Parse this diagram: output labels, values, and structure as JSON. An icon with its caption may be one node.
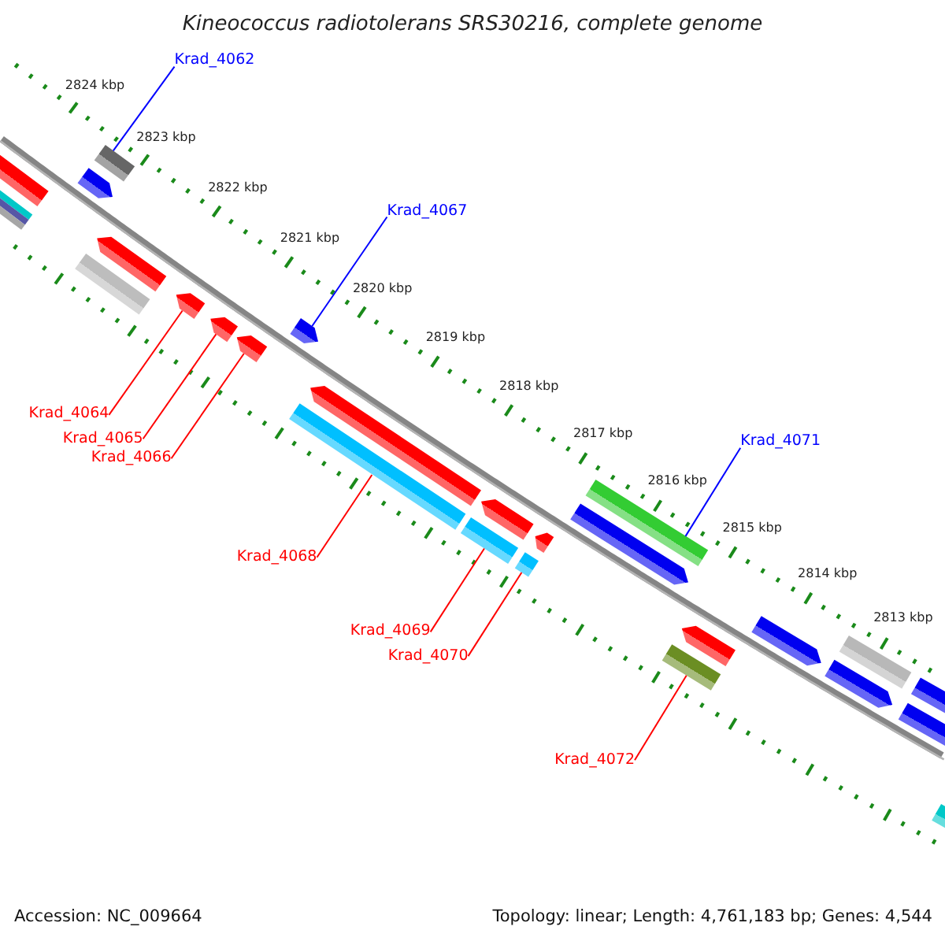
{
  "diagram": {
    "title": "Kineococcus radiotolerans SRS30216, complete genome",
    "nodes": [
      {
        "text": [
          "Krad_4062"
        ]
      },
      {
        "text": [
          "Krad_4067"
        ]
      },
      {
        "text": [
          "Krad_4064"
        ]
      },
      {
        "text": [
          "Krad_4071"
        ]
      },
      {
        "text": [
          "Krad_4065"
        ]
      },
      {
        "text": [
          "Krad_4066"
        ]
      },
      {
        "text": [
          "Krad_4068"
        ]
      },
      {
        "text": [
          "Krad_4069"
        ]
      },
      {
        "text": [
          "Krad_4070"
        ]
      },
      {
        "text": [
          "Krad_4072"
        ]
      },
      {
        "text": [],
        "shape": "arrow"
      },
      {
        "text": [],
        "shape": "bar"
      },
      {
        "text": [],
        "shape": "arrow"
      },
      {
        "text": [],
        "shape": "bar"
      },
      {
        "text": [],
        "shape": "bar"
      },
      {
        "text": [],
        "shape": "arrow"
      },
      {
        "text": [],
        "shape": "arrow"
      },
      {
        "text": [],
        "shape": "arrow"
      },
      {
        "text": [],
        "shape": "arrow"
      },
      {
        "text": [],
        "shape": "arrow"
      },
      {
        "text": [],
        "shape": "bar"
      },
      {
        "text": [],
        "shape": "arrow"
      },
      {
        "text": [],
        "shape": "bar"
      },
      {
        "text": [],
        "shape": "arrow"
      },
      {
        "text": [],
        "shape": "bar"
      },
      {
        "text": [],
        "shape": "arrow"
      },
      {
        "text": [],
        "shape": "arrow"
      },
      {
        "text": [],
        "shape": "bar"
      },
      {
        "text": [],
        "shape": "bar"
      },
      {
        "text": [],
        "shape": "arrow"
      },
      {
        "text": [],
        "shape": "arrow"
      },
      {
        "text": [],
        "shape": "arrow"
      },
      {
        "text": [],
        "shape": "bar"
      },
      {
        "text": [],
        "shape": "arrow"
      },
      {
        "text": [],
        "shape": "bar"
      },
      {
        "text": [],
        "shape": "bar"
      }
    ],
    "edges": [
      {
        "from": 0,
        "to": 13,
        "arrow": "none",
        "color": "#0000ff"
      },
      {
        "from": 1,
        "to": 19,
        "arrow": "none",
        "color": "#0000ff"
      },
      {
        "from": 2,
        "to": 16,
        "arrow": "none"
      },
      {
        "from": 3,
        "to": 27,
        "arrow": "none",
        "color": "#0000ff"
      },
      {
        "from": 4,
        "to": 17,
        "arrow": "none"
      },
      {
        "from": 5,
        "to": 18,
        "arrow": "none"
      },
      {
        "from": 6,
        "to": 20,
        "arrow": "none"
      },
      {
        "from": 7,
        "to": 22,
        "arrow": "none"
      },
      {
        "from": 8,
        "to": 24,
        "arrow": "none"
      },
      {
        "from": 9,
        "to": 28,
        "arrow": "none"
      }
    ],
    "labels": [
      "2824 kbp",
      "2823 kbp",
      "2822 kbp",
      "2821 kbp",
      "2820 kbp",
      "2819 kbp",
      "2818 kbp",
      "2817 kbp",
      "2816 kbp",
      "2815 kbp",
      "2814 kbp",
      "2813 kbp",
      "Accession: NC_009664",
      "Topology: linear; Length: 4,761,183 bp; Genes: 4,544"
    ]
  }
}
